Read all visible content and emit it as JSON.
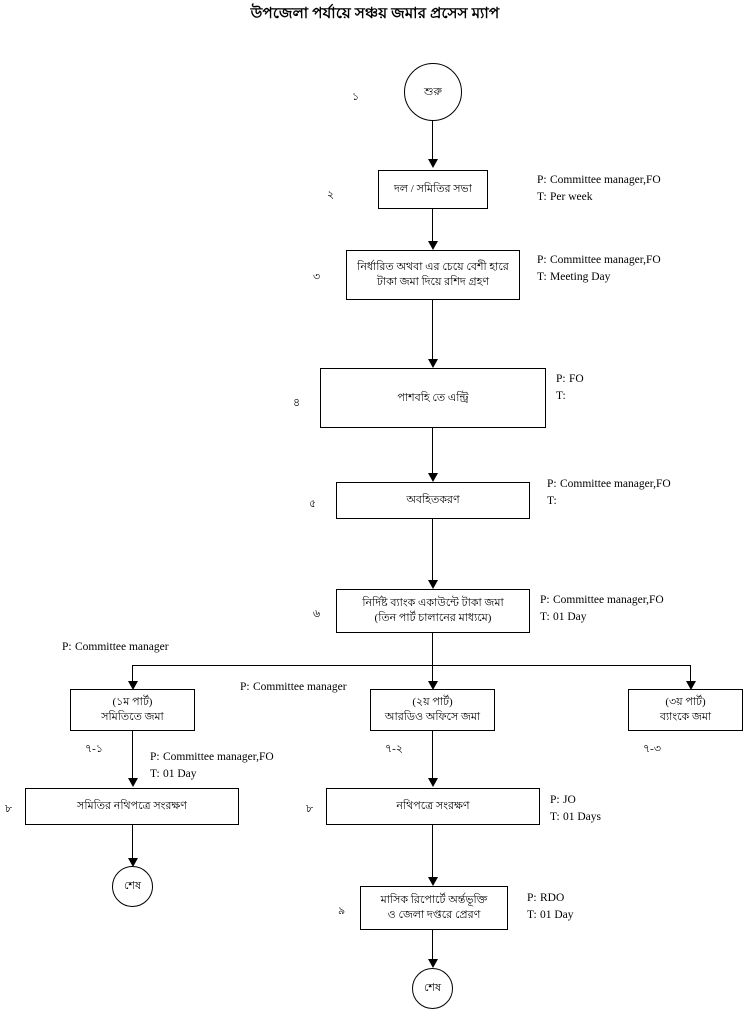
{
  "title": "উপজেলা পর্যায়ে সঞ্চয় জমার প্রসেস ম্যাপ",
  "diagram": {
    "type": "flowchart",
    "start": {
      "label": "শুরু"
    },
    "end_left": {
      "label": "শেষ"
    },
    "end_bottom": {
      "label": "শেষ"
    },
    "steps": [
      {
        "number": "১",
        "shape": "circle",
        "line1": "শুরু",
        "line2": "",
        "p": "",
        "t": ""
      },
      {
        "number": "২",
        "shape": "box",
        "line1": "দল / সমিতির সভা",
        "line2": "",
        "p": "Committee manager,FO",
        "t": "Per week"
      },
      {
        "number": "৩",
        "shape": "box",
        "line1": "নির্ধারিত অথবা এর চেয়ে বেশী হারে",
        "line2": "টাকা জমা দিয়ে রশিদ গ্রহণ",
        "p": "Committee manager,FO",
        "t": "Meeting Day"
      },
      {
        "number": "৪",
        "shape": "box",
        "line1": "পাশবহি তে এন্ট্রি",
        "line2": "",
        "p": "FO",
        "t": ""
      },
      {
        "number": "৫",
        "shape": "box",
        "line1": "অবহিতকরণ",
        "line2": "",
        "p": "Committee manager,FO",
        "t": ""
      },
      {
        "number": "৬",
        "shape": "box",
        "line1": "নির্দিষ্ট ব্যাংক একাউন্টে টাকা জমা",
        "line2": "(তিন পার্ট চালানের মাধ্যমে)",
        "p": "Committee manager,FO",
        "t": "01 Day"
      }
    ],
    "branches": [
      {
        "number": "৭-১",
        "line1": "(১ম পার্ট)",
        "line2": "সমিতিতে জমা",
        "p": "Committee manager",
        "t": ""
      },
      {
        "number": "৭-২",
        "line1": "(২য় পার্ট)",
        "line2": "আরডিও অফিসে জমা",
        "p": "Committee manager",
        "t": ""
      },
      {
        "number": "৭-৩",
        "line1": "(৩য় পার্ট)",
        "line2": "ব্যাংকে জমা",
        "p": "",
        "t": ""
      }
    ],
    "lower": [
      {
        "number": "৮",
        "line1": "সমিতির নথিপত্রে সংরক্ষণ",
        "line2": "",
        "p": "Committee manager,FO",
        "t": "01 Day"
      },
      {
        "number": "৮",
        "line1": "নথিপত্রে সংরক্ষণ",
        "line2": "",
        "p": "JO",
        "t": "01 Days"
      },
      {
        "number": "৯",
        "line1": "মাসিক রিপোর্টে অর্ন্তভূক্তি",
        "line2": "ও জেলা দপ্তরে প্রেরণ",
        "p": "RDO",
        "t": "01 Day"
      }
    ],
    "labels": {
      "p_key": "P:",
      "t_key": "T:"
    }
  }
}
